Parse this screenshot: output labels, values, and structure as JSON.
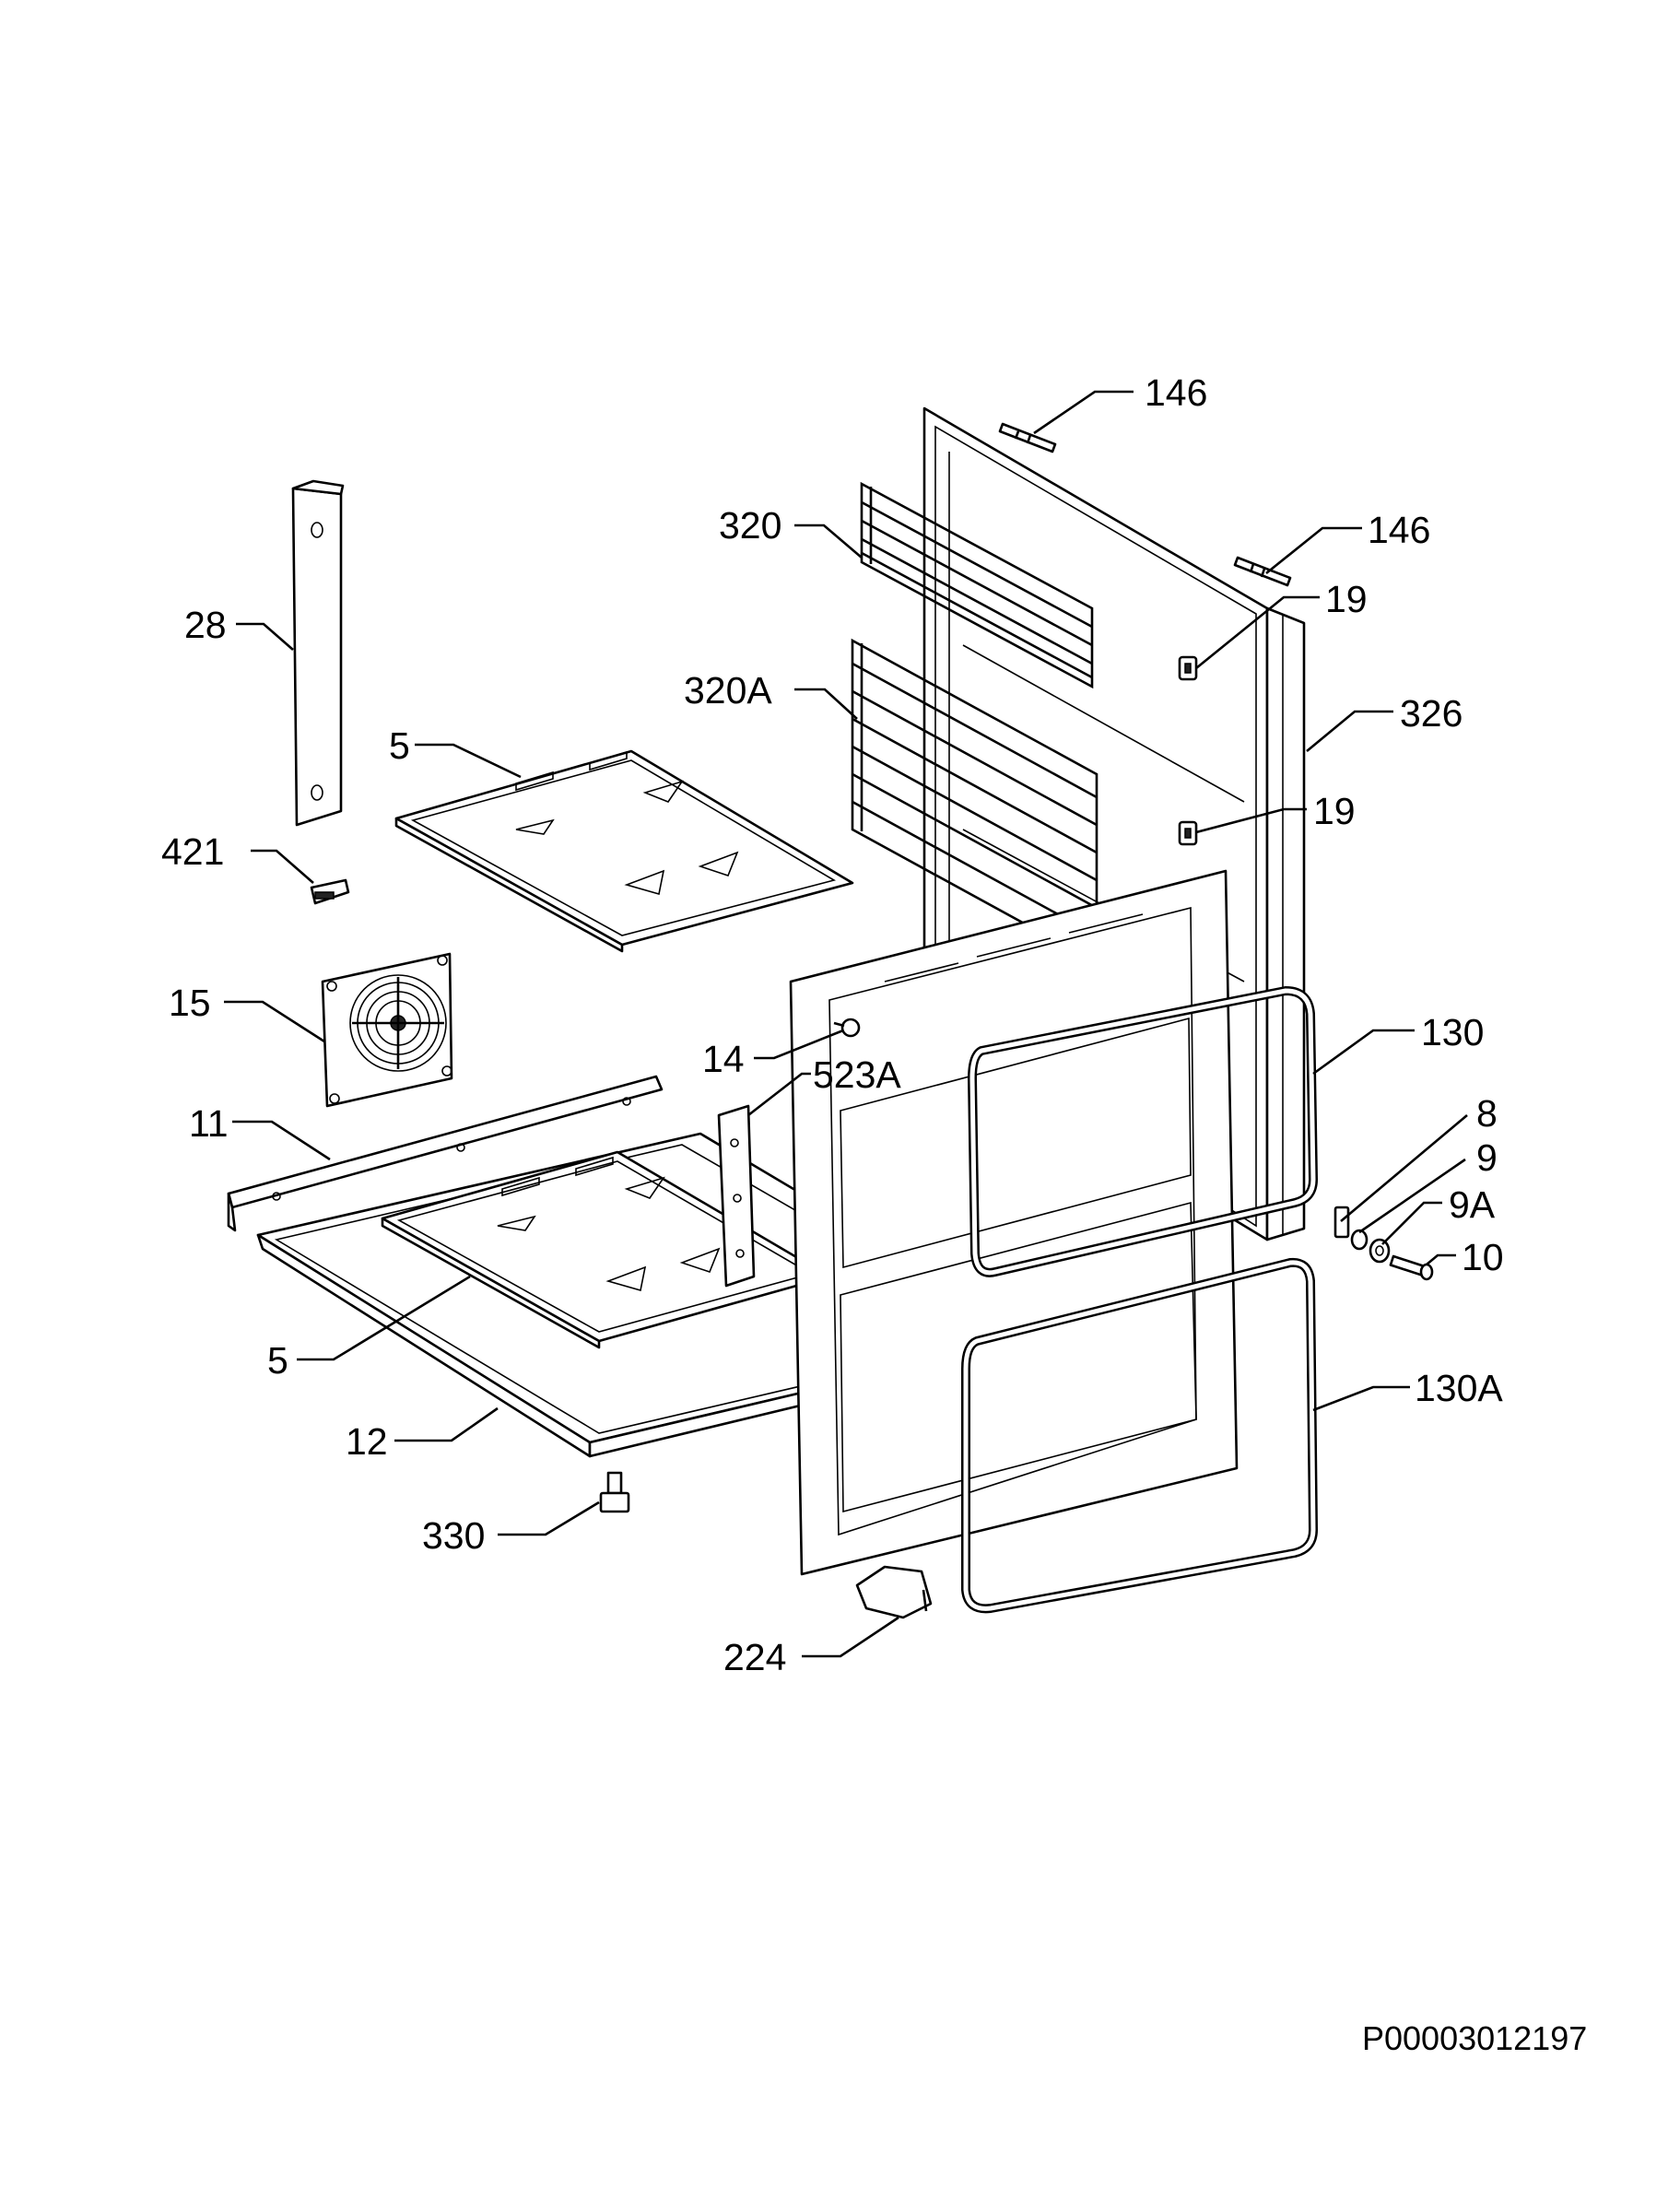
{
  "diagram_code": "P00003012197",
  "callouts": [
    {
      "id": "c-146-top",
      "text": "146"
    },
    {
      "id": "c-146-right",
      "text": "146"
    },
    {
      "id": "c-320",
      "text": "320"
    },
    {
      "id": "c-19-upper",
      "text": "19"
    },
    {
      "id": "c-28",
      "text": "28"
    },
    {
      "id": "c-320a",
      "text": "320A"
    },
    {
      "id": "c-326",
      "text": "326"
    },
    {
      "id": "c-5-upper",
      "text": "5"
    },
    {
      "id": "c-19-lower",
      "text": "19"
    },
    {
      "id": "c-421",
      "text": "421"
    },
    {
      "id": "c-15",
      "text": "15"
    },
    {
      "id": "c-130",
      "text": "130"
    },
    {
      "id": "c-14",
      "text": "14"
    },
    {
      "id": "c-523a",
      "text": "523A"
    },
    {
      "id": "c-11",
      "text": "11"
    },
    {
      "id": "c-8",
      "text": "8"
    },
    {
      "id": "c-9",
      "text": "9"
    },
    {
      "id": "c-9a",
      "text": "9A"
    },
    {
      "id": "c-10",
      "text": "10"
    },
    {
      "id": "c-5-lower",
      "text": "5"
    },
    {
      "id": "c-130a",
      "text": "130A"
    },
    {
      "id": "c-12",
      "text": "12"
    },
    {
      "id": "c-330",
      "text": "330"
    },
    {
      "id": "c-224",
      "text": "224"
    }
  ]
}
